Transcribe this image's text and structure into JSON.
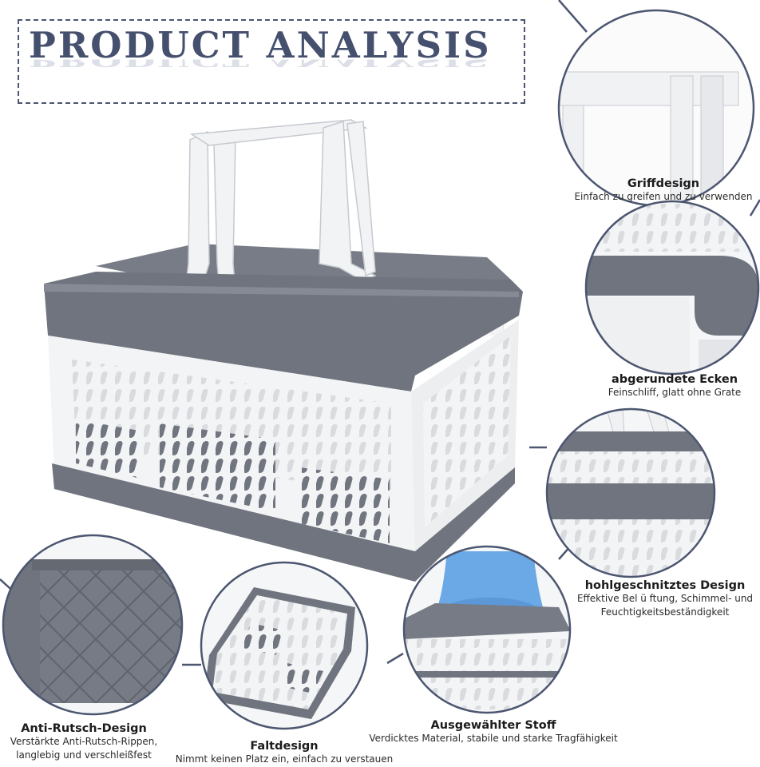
{
  "title": "PRODUCT ANALYSIS",
  "colors": {
    "accent": "#45506e",
    "basket_gray": "#6e737d",
    "basket_white": "#f4f5f6",
    "bottle_blue": "#6aa8e6"
  },
  "features": [
    {
      "id": "grip",
      "title": "Griffdesign",
      "desc": [
        "Einfach zu greifen und zu verwenden"
      ]
    },
    {
      "id": "corners",
      "title": "abgerundete Ecken",
      "desc": [
        "Feinschliff, glatt ohne Grate"
      ]
    },
    {
      "id": "hollow",
      "title": "hohlgeschnitztes Design",
      "desc": [
        "Effektive Bel ü ftung, Schimmel- und",
        "Feuchtigkeitsbeständigkeit"
      ]
    },
    {
      "id": "material",
      "title": "Ausgewählter Stoff",
      "desc": [
        "Verdicktes Material, stabile und starke Tragfähigkeit"
      ]
    },
    {
      "id": "folding",
      "title": "Faltdesign",
      "desc": [
        "Nimmt keinen Platz ein, einfach zu verstauen"
      ]
    },
    {
      "id": "antislip",
      "title": "Anti-Rutsch-Design",
      "desc": [
        "Verstärkte Anti-Rutsch-Rippen,",
        "langlebig und verschleißfest"
      ]
    }
  ]
}
